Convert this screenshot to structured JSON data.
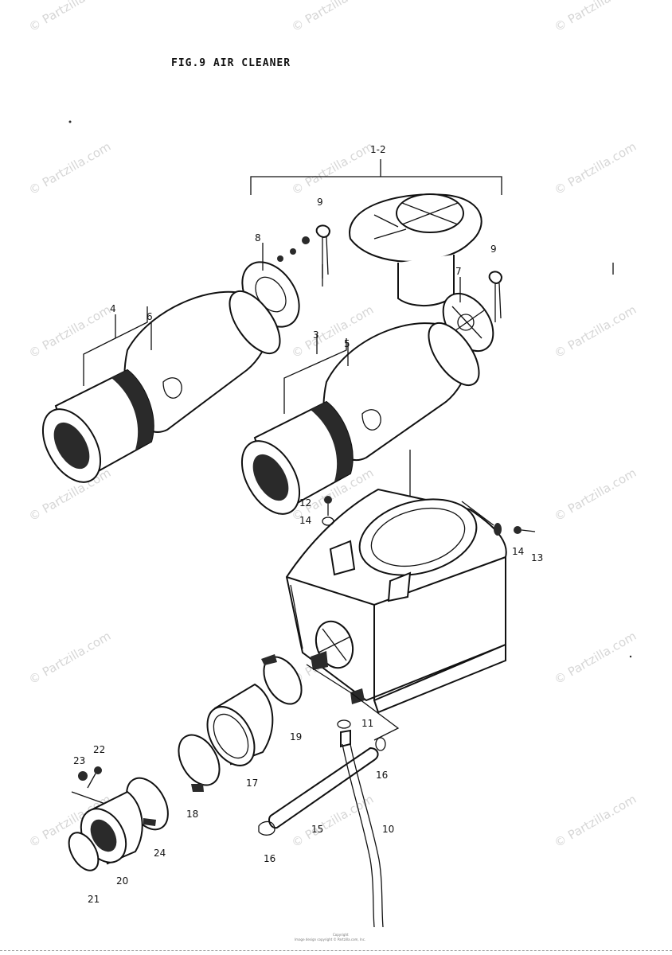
{
  "title": "FIG.9  AIR CLEANER",
  "watermark": "© Partzilla.com",
  "copyright_lines": [
    "Copyright",
    "Image design copyright © Partzilla.com, Inc."
  ],
  "callouts": {
    "c1_2": "1-2",
    "c3": "3",
    "c4": "4",
    "c5": "5",
    "c6": "6",
    "c7": "7",
    "c8": "8",
    "c9a": "9",
    "c9b": "9",
    "c10": "10",
    "c11": "11",
    "c12": "12",
    "c13": "13",
    "c14a": "14",
    "c14b": "14",
    "c15": "15",
    "c16a": "16",
    "c16b": "16",
    "c17": "17",
    "c18": "18",
    "c19": "19",
    "c20": "20",
    "c21": "21",
    "c22": "22",
    "c23": "23",
    "c24": "24"
  }
}
